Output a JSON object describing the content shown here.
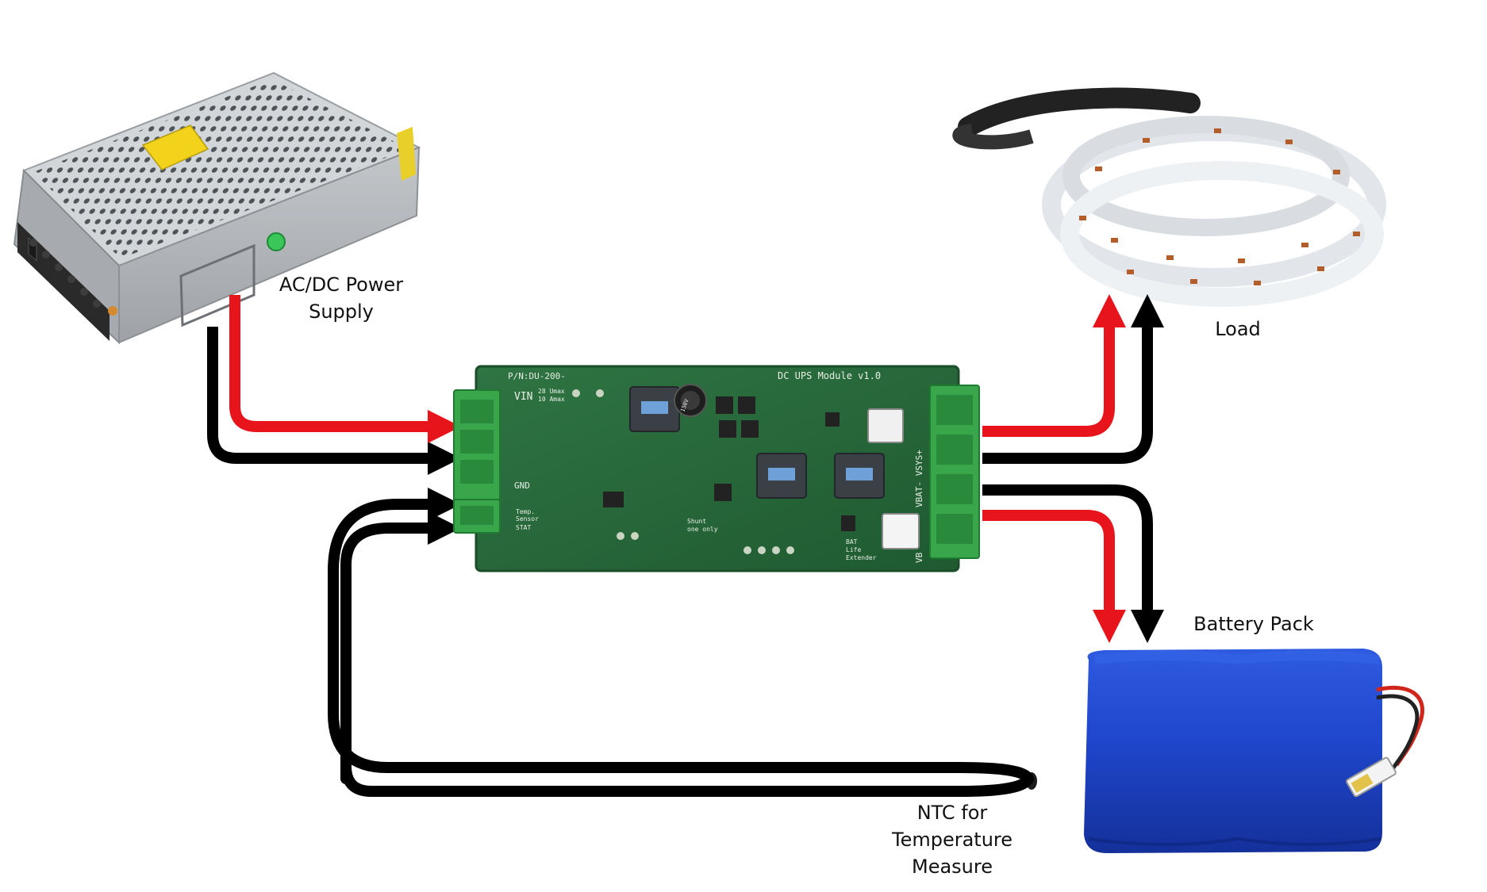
{
  "labels": {
    "psu_line1": "AC/DC Power",
    "psu_line2": "Supply",
    "load": "Load",
    "battery": "Battery Pack",
    "ntc_line1": "NTC for",
    "ntc_line2": "Temperature",
    "ntc_line3": "Measure"
  },
  "board": {
    "part_number": "P/N:DU-200-",
    "title": "DC UPS Module v1.0",
    "vin": "VIN",
    "vin_spec_1": "28 Umax",
    "vin_spec_2": "10 Amax",
    "gnd": "GND",
    "temp_sensor_1": "Temp.",
    "temp_sensor_2": "Sensor",
    "stat": "STAT",
    "vsys": "VBAT-  VSYS+",
    "vbat": "VB",
    "shunt_1": "Shunt",
    "shunt_2": "one only",
    "life_ext_1": "BAT",
    "life_ext_2": "Life",
    "life_ext_3": "Extender",
    "cap_mark": "150V"
  },
  "colors": {
    "wire_positive": "#e8141c",
    "wire_negative": "#000000",
    "pcb": "#2a6b3c",
    "terminal": "#3aa64b",
    "battery": "#1c43c8",
    "psu": "#c8cbce"
  }
}
